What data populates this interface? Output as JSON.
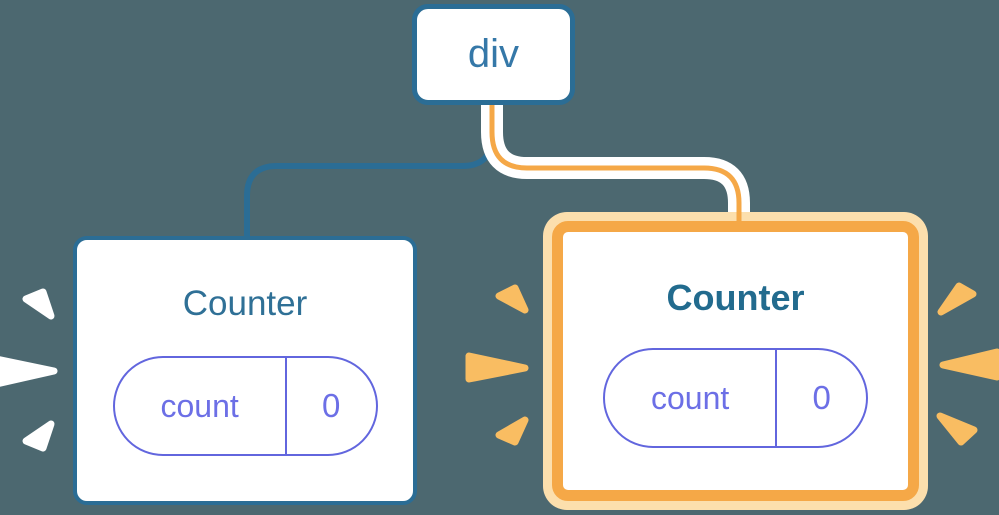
{
  "diagram": {
    "description": "Component tree: a div root with two Counter children; the right Counter is highlighted",
    "root": {
      "label": "div"
    },
    "left_counter": {
      "title": "Counter",
      "state": {
        "key": "count",
        "value": "0"
      },
      "highlighted": false
    },
    "right_counter": {
      "title": "Counter",
      "state": {
        "key": "count",
        "value": "0"
      },
      "highlighted": true
    },
    "colors": {
      "background": "#4C6870",
      "blue_stroke": "#2B6D95",
      "div_text": "#3578A8",
      "counter_text": "#2F7096",
      "counter_text_bold": "#226B8E",
      "highlight_orange": "#F5A847",
      "highlight_cream": "#FCDFAD",
      "spark_orange": "#F9BD62",
      "spark_white": "#FFFFFF",
      "pill_purple": "#6266DE",
      "pill_text_purple": "#6C6FE6"
    }
  }
}
